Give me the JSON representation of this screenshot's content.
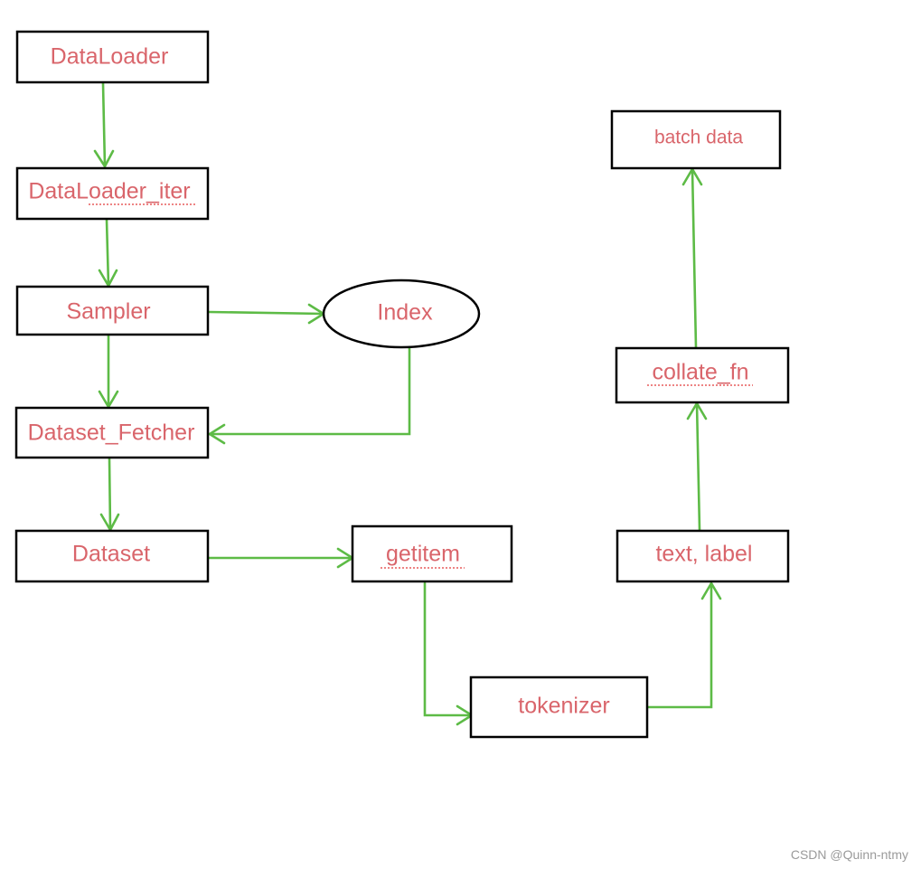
{
  "diagram": {
    "nodes": [
      {
        "id": "dataloader",
        "label": "DataLoader"
      },
      {
        "id": "dataloader_iter",
        "label": "DataLoader_iter"
      },
      {
        "id": "sampler",
        "label": "Sampler"
      },
      {
        "id": "index",
        "label": "Index"
      },
      {
        "id": "dataset_fetcher",
        "label": "Dataset_Fetcher"
      },
      {
        "id": "dataset",
        "label": "Dataset"
      },
      {
        "id": "getitem",
        "label": "getitem"
      },
      {
        "id": "tokenizer",
        "label": "tokenizer"
      },
      {
        "id": "text_label",
        "label": "text, label"
      },
      {
        "id": "collate_fn",
        "label": "collate_fn"
      },
      {
        "id": "batch_data",
        "label": "batch data"
      }
    ],
    "edges": [
      {
        "from": "dataloader",
        "to": "dataloader_iter"
      },
      {
        "from": "dataloader_iter",
        "to": "sampler"
      },
      {
        "from": "sampler",
        "to": "index"
      },
      {
        "from": "sampler",
        "to": "dataset_fetcher"
      },
      {
        "from": "index",
        "to": "dataset_fetcher"
      },
      {
        "from": "dataset_fetcher",
        "to": "dataset"
      },
      {
        "from": "dataset",
        "to": "getitem"
      },
      {
        "from": "getitem",
        "to": "tokenizer"
      },
      {
        "from": "tokenizer",
        "to": "text_label"
      },
      {
        "from": "text_label",
        "to": "collate_fn"
      },
      {
        "from": "collate_fn",
        "to": "batch_data"
      }
    ],
    "colors": {
      "node_text": "#d9656b",
      "node_border": "#000000",
      "edge": "#5dbb46"
    }
  },
  "watermark": "CSDN @Quinn-ntmy"
}
